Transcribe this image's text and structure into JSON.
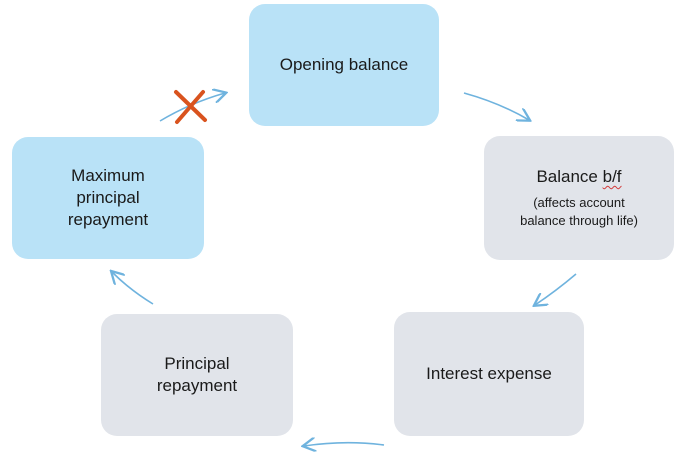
{
  "diagram": {
    "nodes": {
      "opening": {
        "label": "Opening balance",
        "color": "#b9e2f7"
      },
      "balance": {
        "label_main": "Balance ",
        "label_squiggle": "b/f",
        "sub": "(affects account\nbalance through life)",
        "color": "#e1e4ea"
      },
      "interest": {
        "label": "Interest expense",
        "color": "#e1e4ea"
      },
      "principal": {
        "label": "Principal\nrepayment",
        "color": "#e1e4ea"
      },
      "maximum": {
        "label": "Maximum\nprincipal\nrepayment",
        "color": "#b9e2f7"
      }
    },
    "arrow_color": "#6fb3de",
    "cross_color": "#d9531e",
    "edges": [
      {
        "from": "opening",
        "to": "balance"
      },
      {
        "from": "balance",
        "to": "interest"
      },
      {
        "from": "interest",
        "to": "principal"
      },
      {
        "from": "principal",
        "to": "maximum"
      },
      {
        "from": "maximum",
        "to": "opening",
        "crossed_out": true
      }
    ]
  }
}
